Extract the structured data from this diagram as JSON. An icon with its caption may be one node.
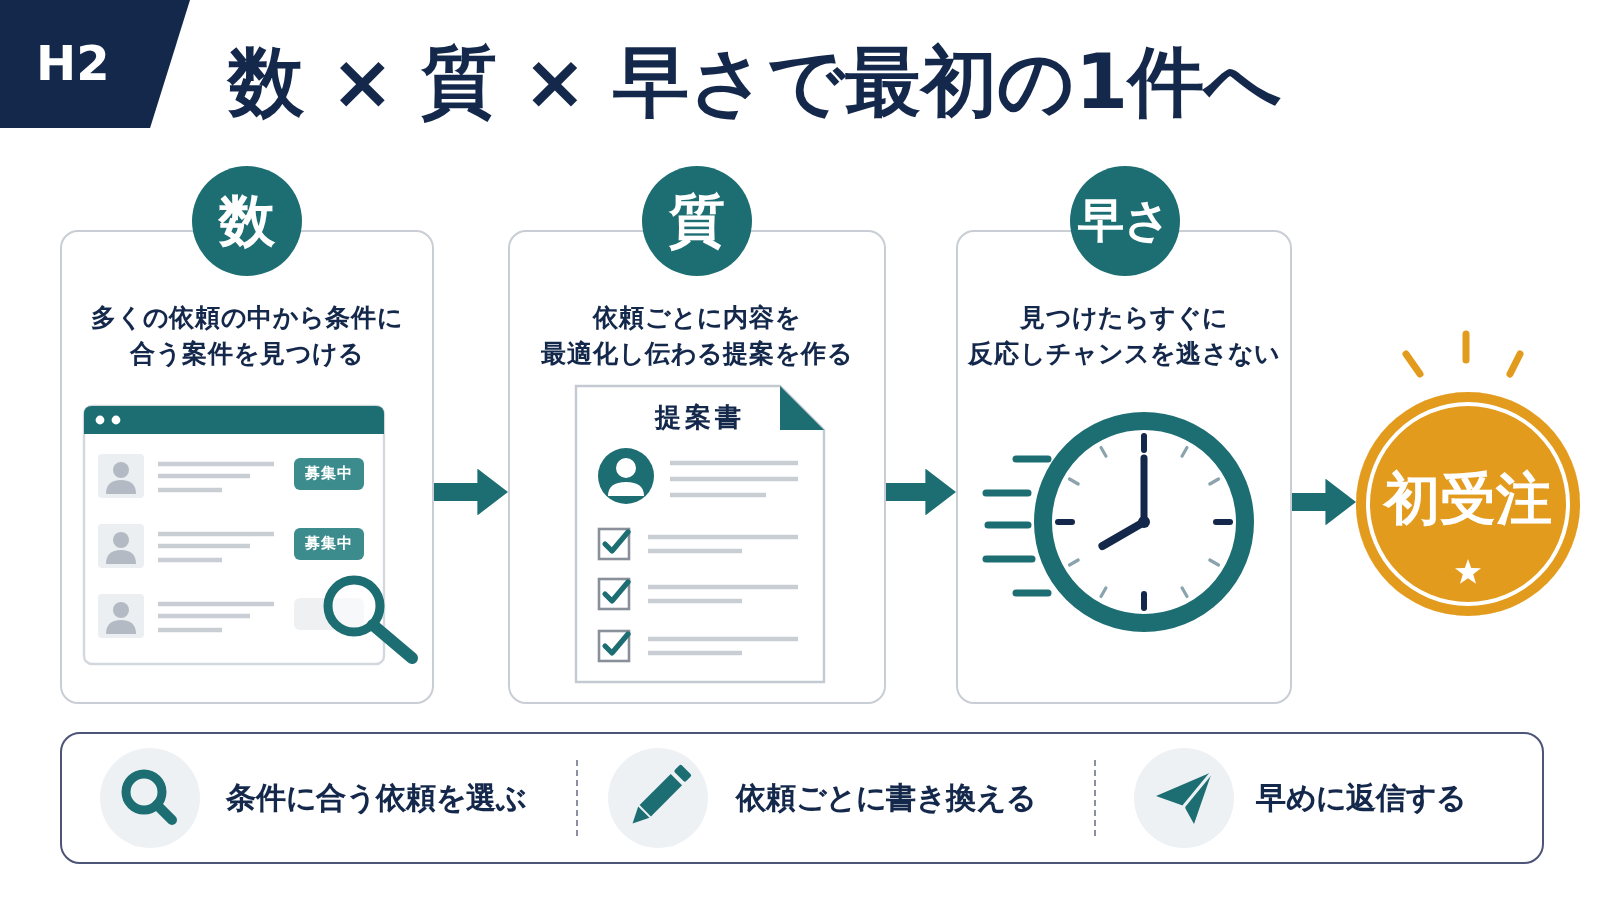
{
  "diagram": {
    "title": "数 × 質 × 早さで最初の1件へ",
    "nodes": [
      {
        "text": [
          "H2"
        ]
      },
      {
        "text": [
          "数"
        ]
      },
      {
        "text": [
          "多くの依頼の中から条件に合う案件を見つける"
        ]
      },
      {
        "text": [
          "募集中"
        ],
        "in": 2
      },
      {
        "text": [
          "募集中"
        ],
        "in": 2
      },
      {
        "text": [
          "質"
        ]
      },
      {
        "text": [
          "依頼ごとに内容を最適化し伝わる提案を作る"
        ]
      },
      {
        "text": [
          "提案書"
        ],
        "in": 6
      },
      {
        "text": [
          "早さ"
        ]
      },
      {
        "text": [
          "見つけたらすぐに反応しチャンスを逃さない"
        ]
      },
      {
        "text": [
          "初受注"
        ]
      },
      {
        "text": [
          "条件に合う依頼を選ぶ",
          "依頼ごとに書き換える",
          "早めに返信する"
        ]
      }
    ],
    "edges": [
      {
        "from": 2,
        "to": 6,
        "arrow": "to"
      },
      {
        "from": 6,
        "to": 9,
        "arrow": "to"
      },
      {
        "from": 9,
        "to": 10,
        "arrow": "to"
      }
    ]
  }
}
